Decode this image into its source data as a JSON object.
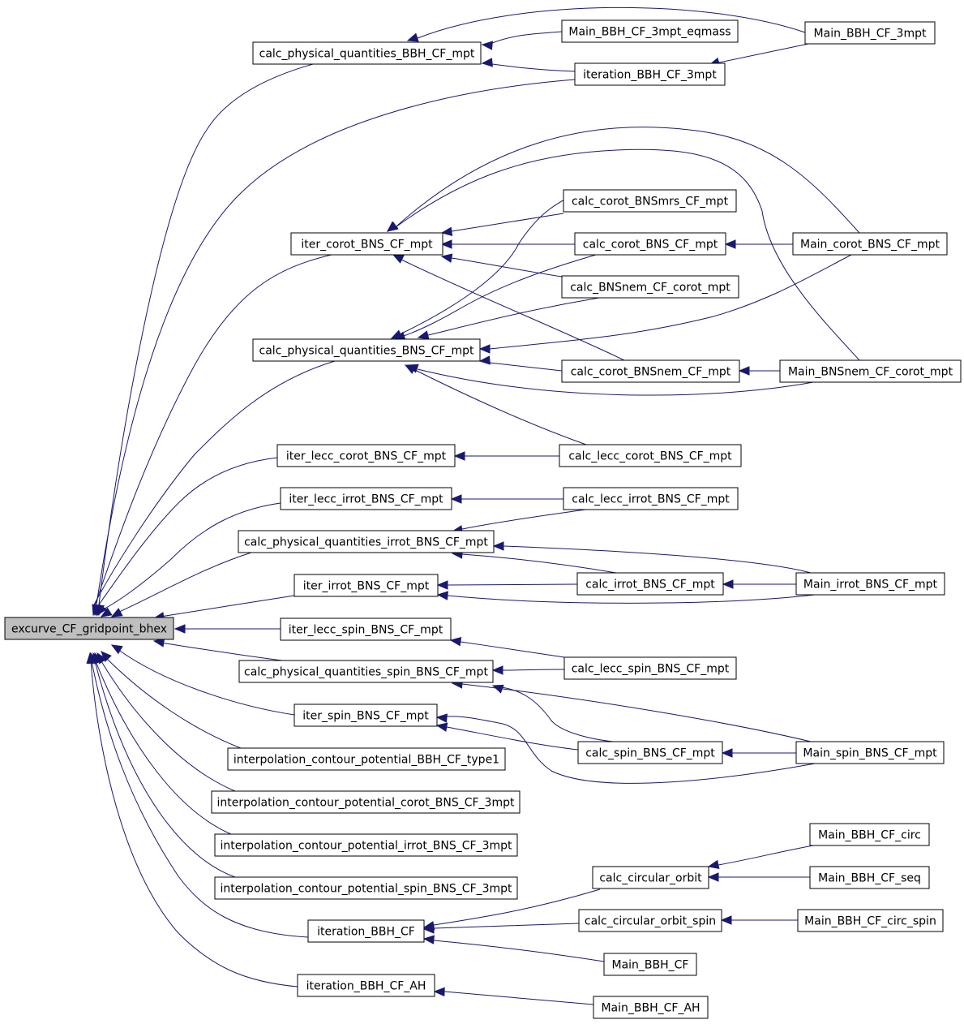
{
  "colors": {
    "edge": "#191970",
    "node_border": "#000000",
    "node_fill": "#ffffff",
    "root_fill": "#bfbfbf"
  },
  "nodes": {
    "root": "excurve_CF_gridpoint_bhex",
    "cpq_bbh_mpt": "calc_physical_quantities_BBH_CF_mpt",
    "main_bbh_3mpt_eqmass": "Main_BBH_CF_3mpt_eqmass",
    "main_bbh_3mpt": "Main_BBH_CF_3mpt",
    "iteration_bbh_3mpt": "iteration_BBH_CF_3mpt",
    "iter_corot": "iter_corot_BNS_CF_mpt",
    "calc_corot_bnsmrs": "calc_corot_BNSmrs_CF_mpt",
    "calc_corot_bns": "calc_corot_BNS_CF_mpt",
    "main_corot_bns": "Main_corot_BNS_CF_mpt",
    "calc_bnsnem_corot": "calc_BNSnem_CF_corot_mpt",
    "cpq_bns": "calc_physical_quantities_BNS_CF_mpt",
    "calc_corot_bnsnem": "calc_corot_BNSnem_CF_mpt",
    "main_bnsnem_corot": "Main_BNSnem_CF_corot_mpt",
    "iter_lecc_corot": "iter_lecc_corot_BNS_CF_mpt",
    "calc_lecc_corot": "calc_lecc_corot_BNS_CF_mpt",
    "iter_lecc_irrot": "iter_lecc_irrot_BNS_CF_mpt",
    "calc_lecc_irrot": "calc_lecc_irrot_BNS_CF_mpt",
    "cpq_irrot": "calc_physical_quantities_irrot_BNS_CF_mpt",
    "iter_irrot": "iter_irrot_BNS_CF_mpt",
    "calc_irrot": "calc_irrot_BNS_CF_mpt",
    "main_irrot": "Main_irrot_BNS_CF_mpt",
    "iter_lecc_spin": "iter_lecc_spin_BNS_CF_mpt",
    "cpq_spin": "calc_physical_quantities_spin_BNS_CF_mpt",
    "calc_lecc_spin": "calc_lecc_spin_BNS_CF_mpt",
    "iter_spin": "iter_spin_BNS_CF_mpt",
    "calc_spin": "calc_spin_BNS_CF_mpt",
    "main_spin": "Main_spin_BNS_CF_mpt",
    "interp_bbh_type1": "interpolation_contour_potential_BBH_CF_type1",
    "interp_corot": "interpolation_contour_potential_corot_BNS_CF_3mpt",
    "interp_irrot": "interpolation_contour_potential_irrot_BNS_CF_3mpt",
    "interp_spin": "interpolation_contour_potential_spin_BNS_CF_3mpt",
    "iteration_bbh": "iteration_BBH_CF",
    "calc_circular_orbit": "calc_circular_orbit",
    "main_bbh_circ": "Main_BBH_CF_circ",
    "main_bbh_seq": "Main_BBH_CF_seq",
    "calc_circular_orbit_spin": "calc_circular_orbit_spin",
    "main_bbh_circ_spin": "Main_BBH_CF_circ_spin",
    "main_bbh": "Main_BBH_CF",
    "iteration_bbh_ah": "iteration_BBH_CF_AH",
    "main_bbh_ah": "Main_BBH_CF_AH"
  }
}
